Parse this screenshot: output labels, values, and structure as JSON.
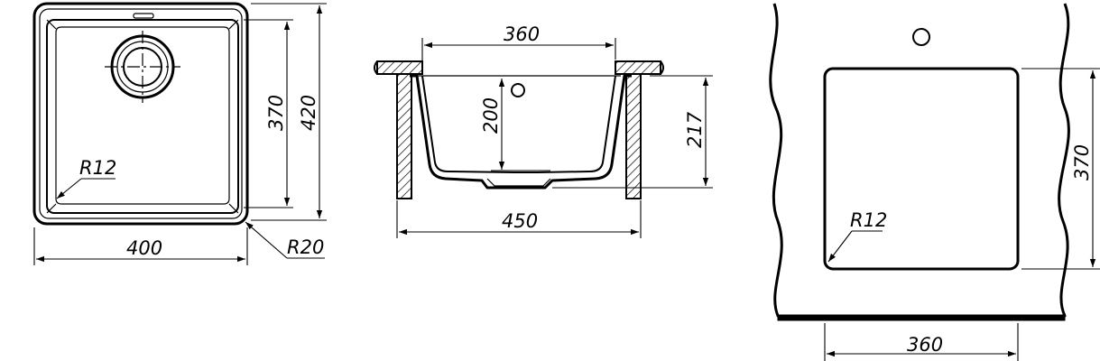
{
  "top_view": {
    "width_label": "400",
    "inner_height_label": "370",
    "outer_height_label": "420",
    "inner_radius_label": "R12",
    "outer_radius_label": "R20"
  },
  "section_view": {
    "bowl_width_label": "360",
    "depth_label": "200",
    "total_height_label": "217",
    "total_width_label": "450"
  },
  "cutout_view": {
    "height_label": "370",
    "radius_label": "R12",
    "width_label": "360"
  }
}
